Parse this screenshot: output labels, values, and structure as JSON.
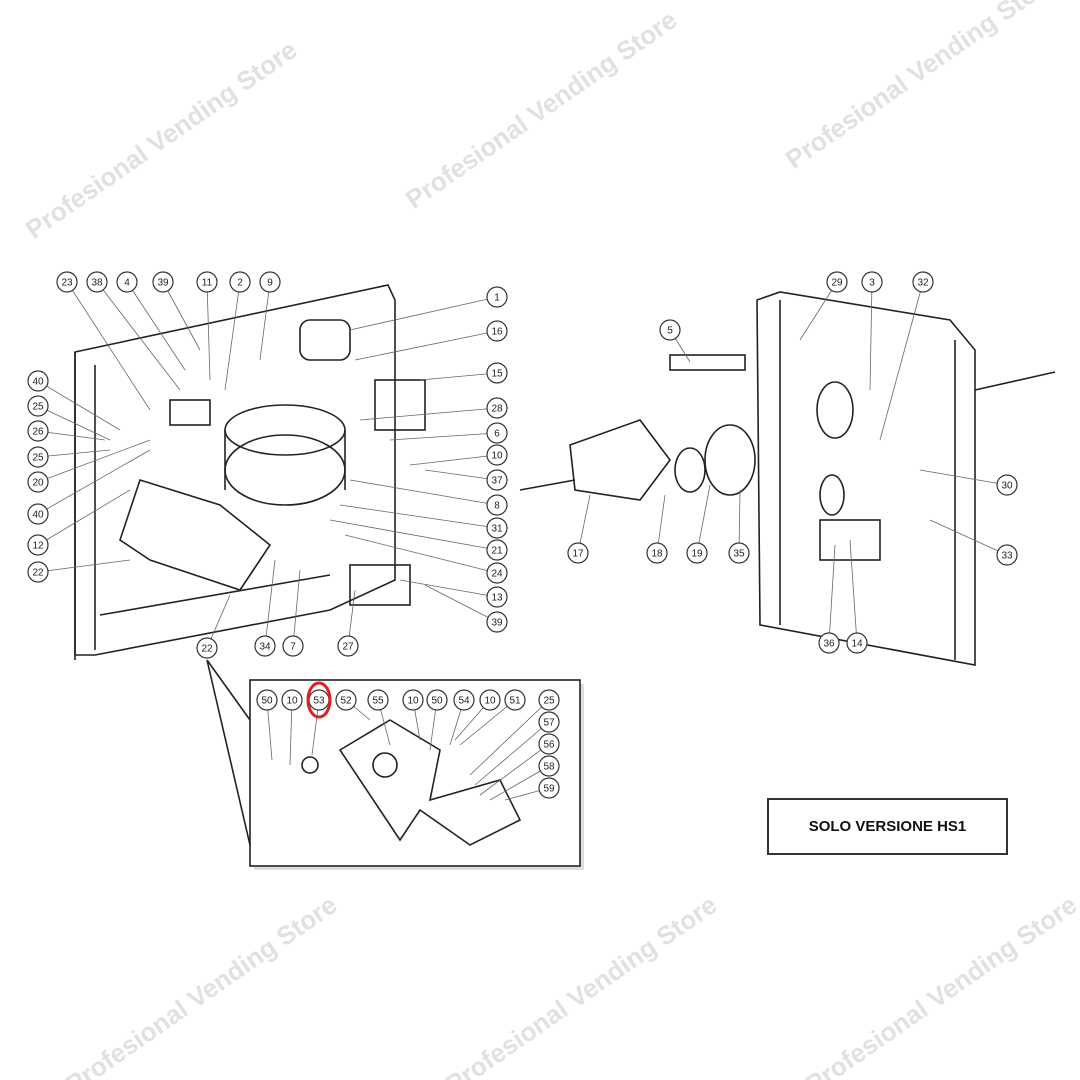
{
  "watermark": "Profesional Vending Store",
  "note_box": "SOLO VERSIONE HS1",
  "highlight_color": "#e0201c",
  "highlighted_part": "53",
  "callouts": {
    "left_assembly": [
      "23",
      "38",
      "4",
      "39",
      "11",
      "2",
      "9",
      "40",
      "25",
      "26",
      "25",
      "20",
      "40",
      "12",
      "22",
      "1",
      "16",
      "15",
      "28",
      "6",
      "10",
      "37",
      "8",
      "31",
      "21",
      "24",
      "13",
      "39",
      "22",
      "34",
      "7",
      "27"
    ],
    "middle_assembly": [
      "5",
      "17",
      "18",
      "19",
      "35"
    ],
    "right_assembly": [
      "29",
      "3",
      "32",
      "30",
      "33",
      "36",
      "14"
    ],
    "inset": [
      "50",
      "10",
      "53",
      "52",
      "55",
      "10",
      "50",
      "54",
      "10",
      "51",
      "25",
      "57",
      "56",
      "58",
      "59"
    ]
  }
}
